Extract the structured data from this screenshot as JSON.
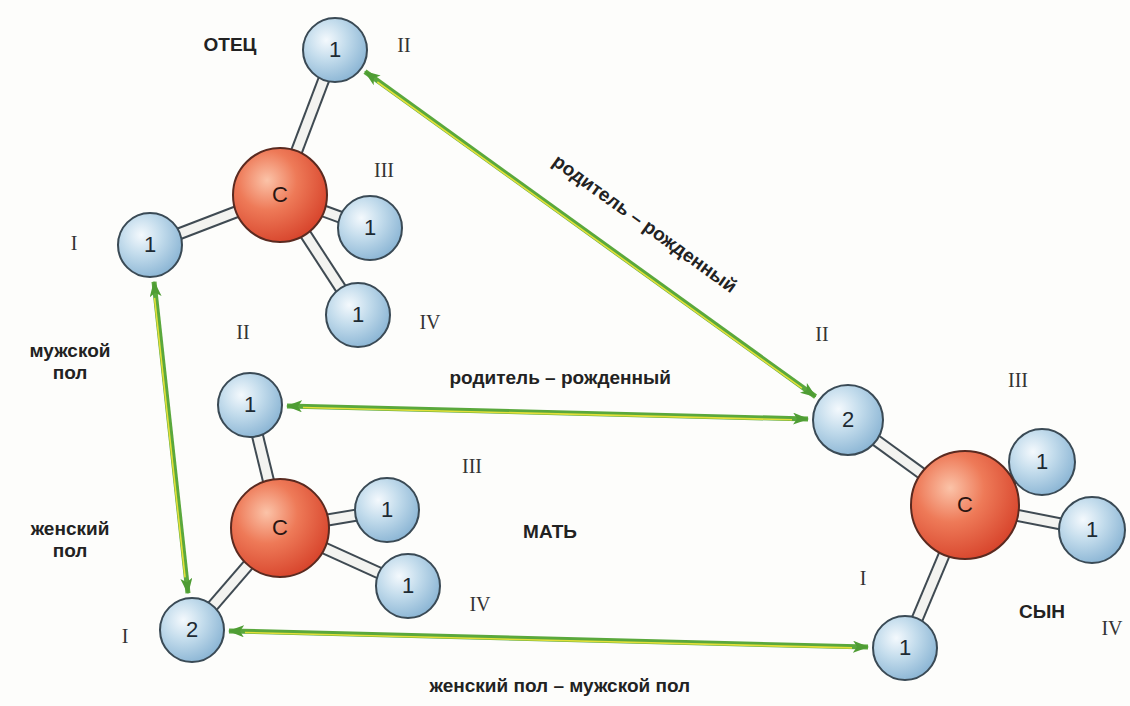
{
  "diagram": {
    "nodes": [
      {
        "text": [
          "1"
        ]
      },
      {
        "text": [
          "C"
        ]
      },
      {
        "text": [
          "1"
        ]
      },
      {
        "text": [
          "1"
        ]
      },
      {
        "text": [
          "1"
        ]
      },
      {
        "text": [
          "1"
        ]
      },
      {
        "text": [
          "C"
        ]
      },
      {
        "text": [
          "1"
        ]
      },
      {
        "text": [
          "1"
        ]
      },
      {
        "text": [
          "2"
        ]
      },
      {
        "text": [
          "2"
        ]
      },
      {
        "text": [
          "C"
        ]
      },
      {
        "text": [
          "1"
        ]
      },
      {
        "text": [
          "1"
        ]
      },
      {
        "text": [
          "1"
        ]
      }
    ],
    "edges": [
      {
        "from": 1,
        "to": 0,
        "arrow": "none"
      },
      {
        "from": 1,
        "to": 2,
        "arrow": "none"
      },
      {
        "from": 1,
        "to": 3,
        "arrow": "none"
      },
      {
        "from": 1,
        "to": 4,
        "arrow": "none"
      },
      {
        "from": 6,
        "to": 5,
        "arrow": "none"
      },
      {
        "from": 6,
        "to": 7,
        "arrow": "none"
      },
      {
        "from": 6,
        "to": 8,
        "arrow": "none"
      },
      {
        "from": 6,
        "to": 9,
        "arrow": "none"
      },
      {
        "from": 11,
        "to": 10,
        "arrow": "none"
      },
      {
        "from": 11,
        "to": 12,
        "arrow": "none"
      },
      {
        "from": 11,
        "to": 13,
        "arrow": "none"
      },
      {
        "from": 11,
        "to": 14,
        "arrow": "none"
      },
      {
        "from": 0,
        "to": 10,
        "label": "родитель – рожденный",
        "arrow": "both"
      },
      {
        "from": 5,
        "to": 10,
        "label": "родитель – рожденный",
        "arrow": "both"
      },
      {
        "from": 2,
        "to": 9,
        "label": "мужской пол",
        "arrow": "both"
      },
      {
        "from": 9,
        "to": 14,
        "label": "женский пол – мужской пол",
        "arrow": "both"
      }
    ],
    "labels": [
      "ОТЕЦ",
      "II",
      "III",
      "I",
      "IV",
      "II",
      "II",
      "III",
      "III",
      "женский пол",
      "МАТЬ",
      "IV",
      "I",
      "I",
      "СЫН",
      "IV"
    ]
  }
}
